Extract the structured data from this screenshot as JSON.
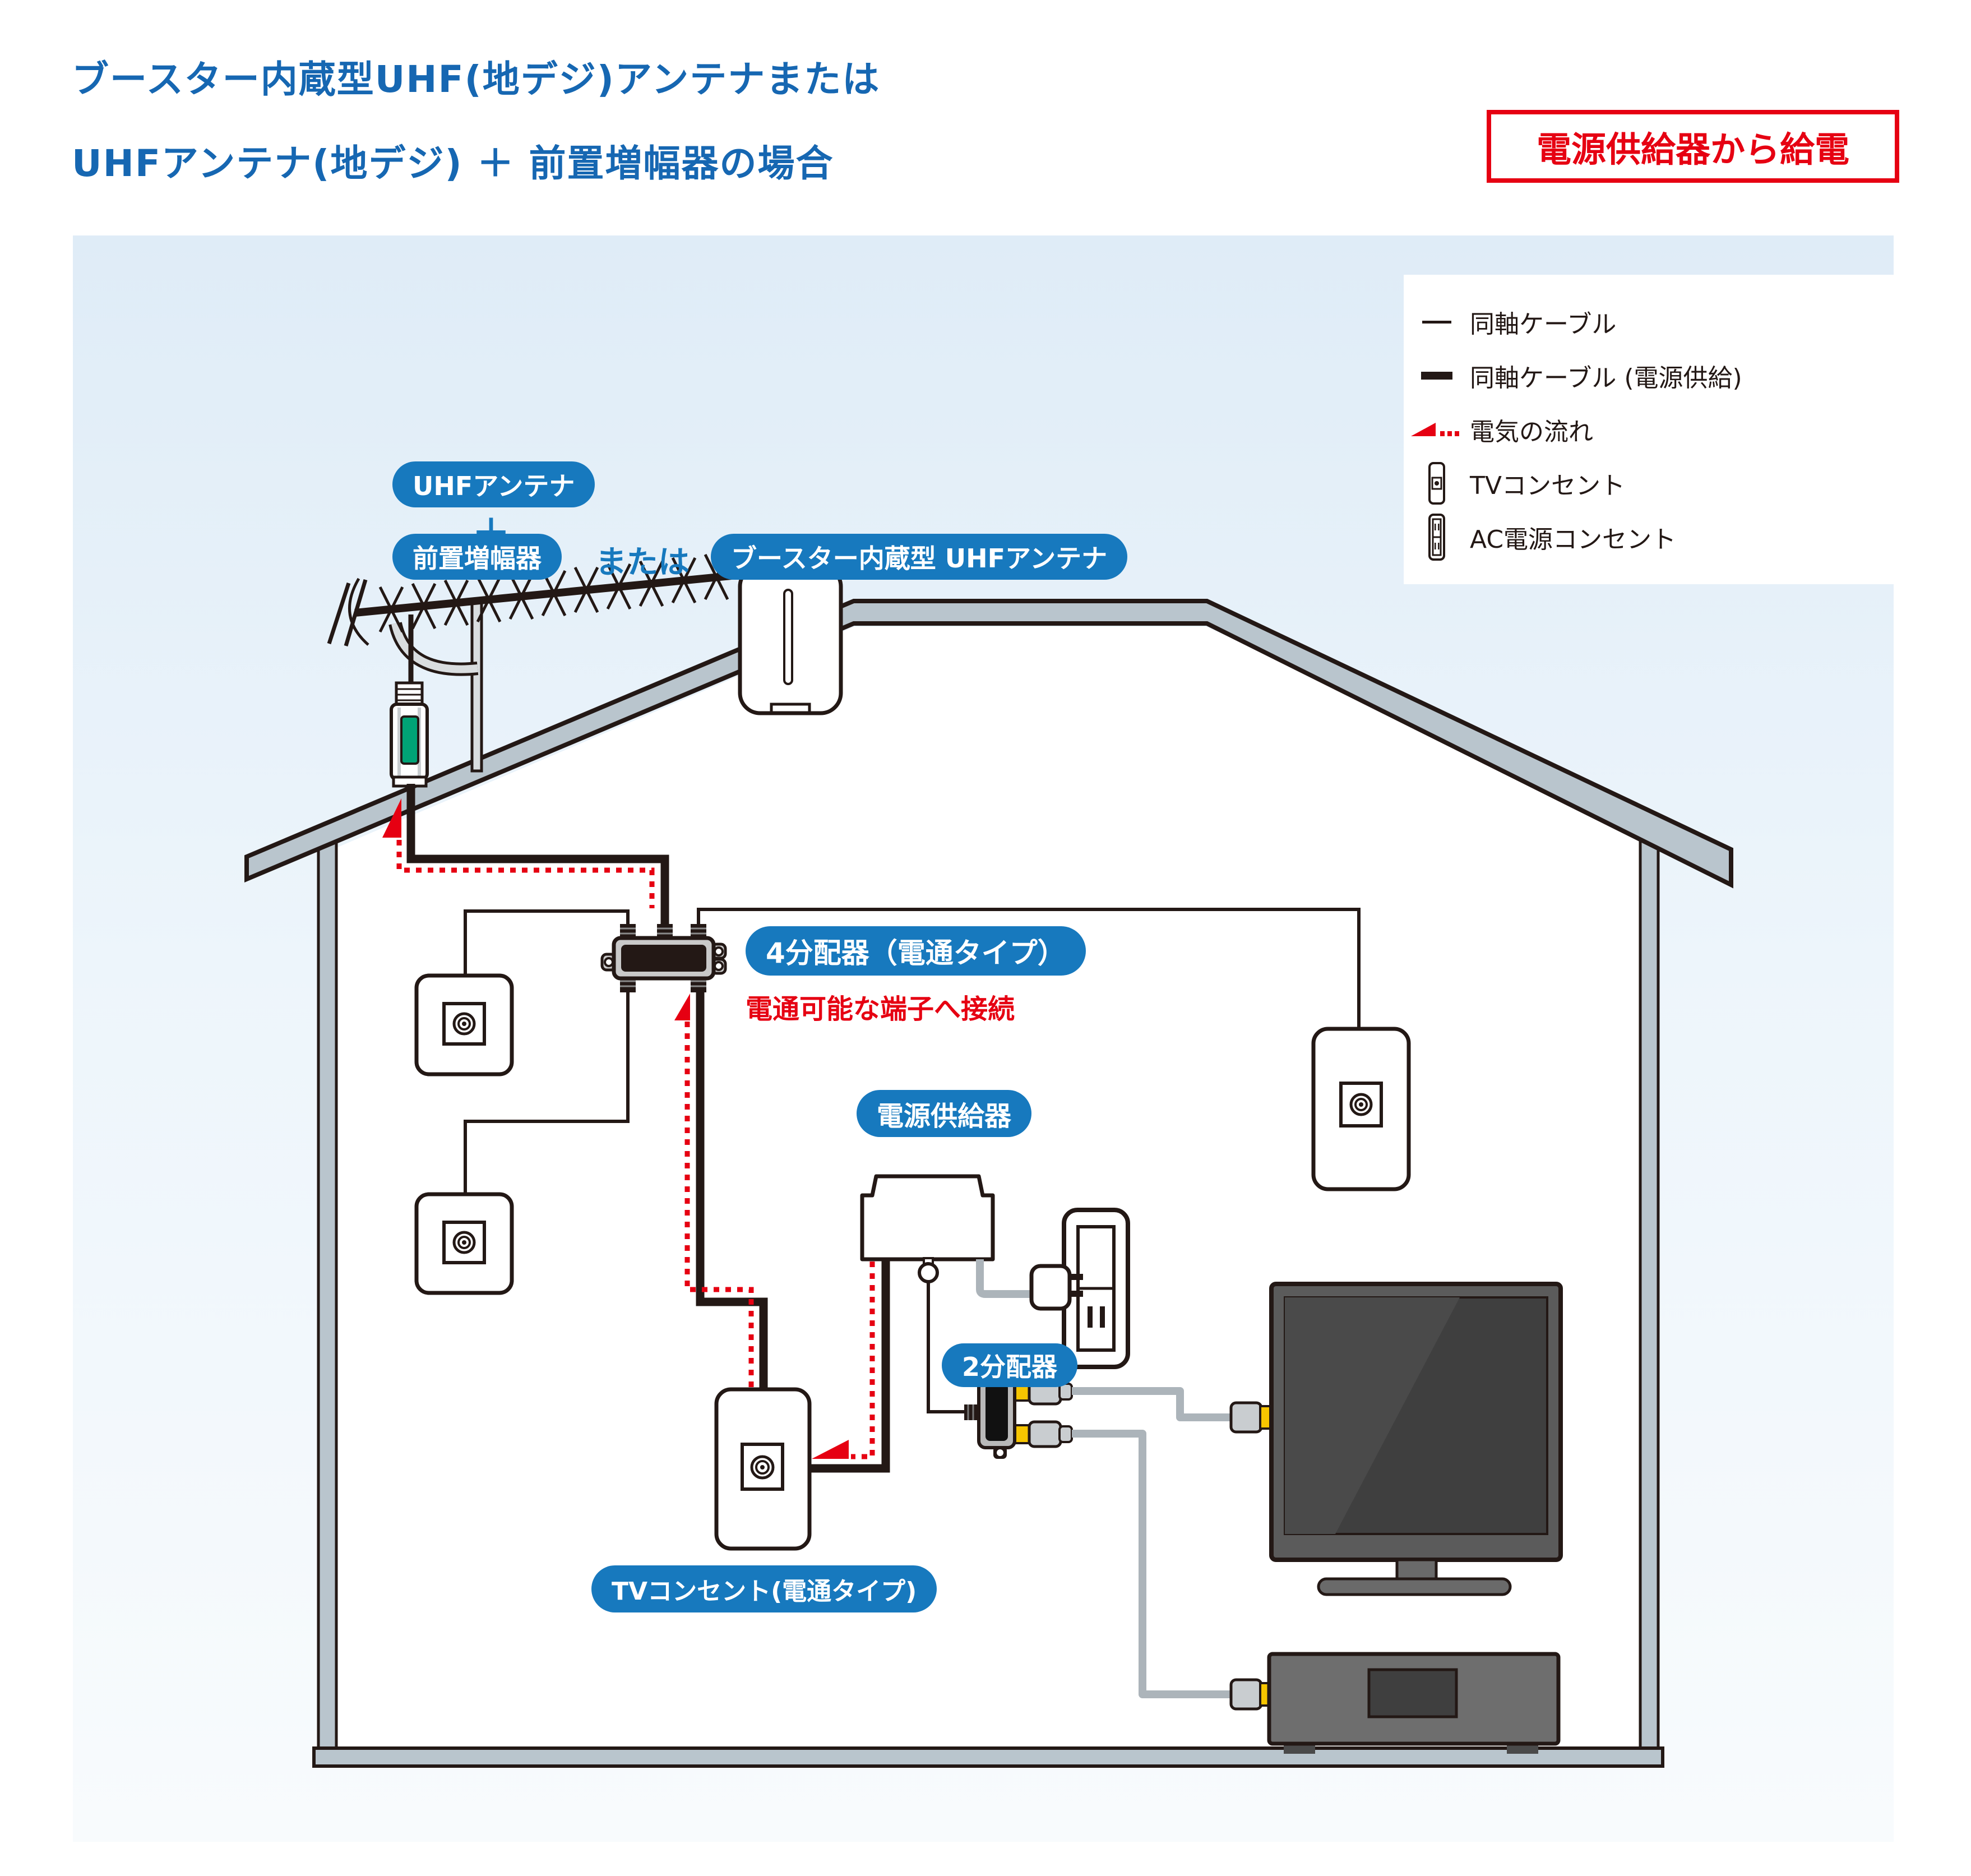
{
  "title": {
    "line1": "ブースター内蔵型UHF(地デジ)アンテナまたは",
    "line2": "UHFアンテナ(地デジ) ＋ 前置増幅器の場合"
  },
  "power_note": "電源供給器から給電",
  "legend": {
    "items": [
      {
        "icon": "thin-line-icon",
        "label": "同軸ケーブル"
      },
      {
        "icon": "thick-line-icon",
        "label": "同軸ケーブル (電源供給)"
      },
      {
        "icon": "power-flow-icon",
        "label": "電気の流れ"
      },
      {
        "icon": "tv-outlet-icon",
        "label": "TVコンセント"
      },
      {
        "icon": "ac-outlet-icon",
        "label": "AC電源コンセント"
      }
    ]
  },
  "labels": {
    "antenna_option_a_line1": "UHFアンテナ",
    "plus": "＋",
    "antenna_option_a_line2": "前置増幅器",
    "or": "または",
    "antenna_option_b": "ブースター内蔵型 UHFアンテナ",
    "splitter4": "4分配器（電通タイプ）",
    "splitter4_note": "電通可能な端子へ接続",
    "power_supply": "電源供給器",
    "splitter2": "2分配器",
    "tv_outlet_power": "TVコンセント(電通タイプ)"
  },
  "colors": {
    "title_blue": "#1667B2",
    "pill_blue": "#1779BE",
    "accent_red": "#E60012",
    "line_dark": "#231815",
    "roof_gray": "#B9C5CD",
    "cable_gray": "#ACB4BA",
    "connector_yellow": "#F7C500",
    "booster_green": "#00A376"
  }
}
